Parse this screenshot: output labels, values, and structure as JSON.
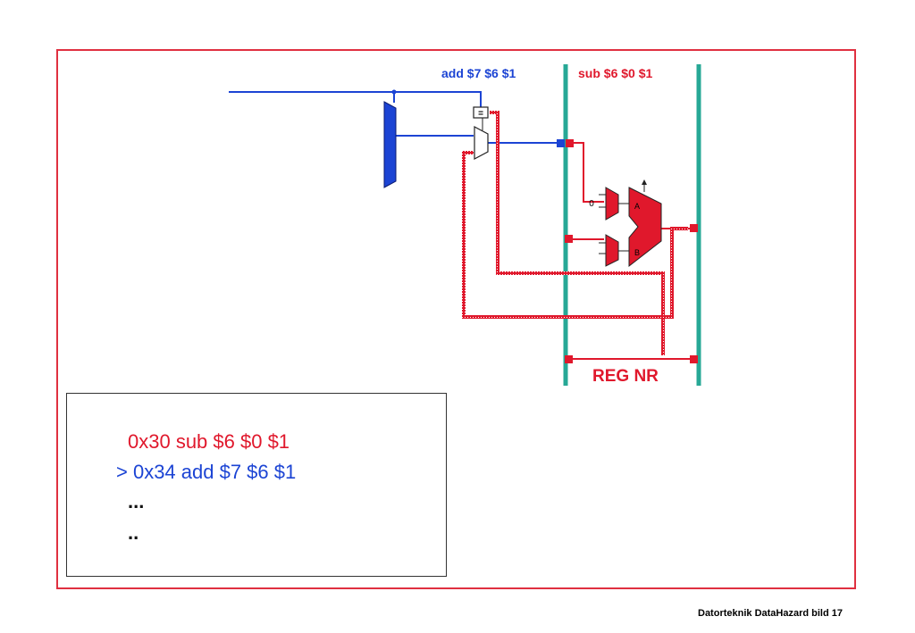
{
  "colors": {
    "red": "#e0182c",
    "blue": "#1c44d4",
    "teal": "#27a896",
    "frame": "#e03040",
    "dark": "#222222"
  },
  "pipeline": {
    "stage_add_label": "add $7 $6 $1",
    "stage_sub_label": "sub $6 $0 $1",
    "reg_nr_label": "REG NR",
    "comparator_symbol": "=",
    "mux_zero_input": "0",
    "alu_input_a": "A",
    "alu_input_b": "B"
  },
  "code": {
    "line1": "0x30 sub $6 $0 $1",
    "line2": "> 0x34 add $7 $6 $1",
    "line3": "...",
    "line4": ".."
  },
  "footer": {
    "caption": "Datorteknik DataHazard bild 17"
  }
}
